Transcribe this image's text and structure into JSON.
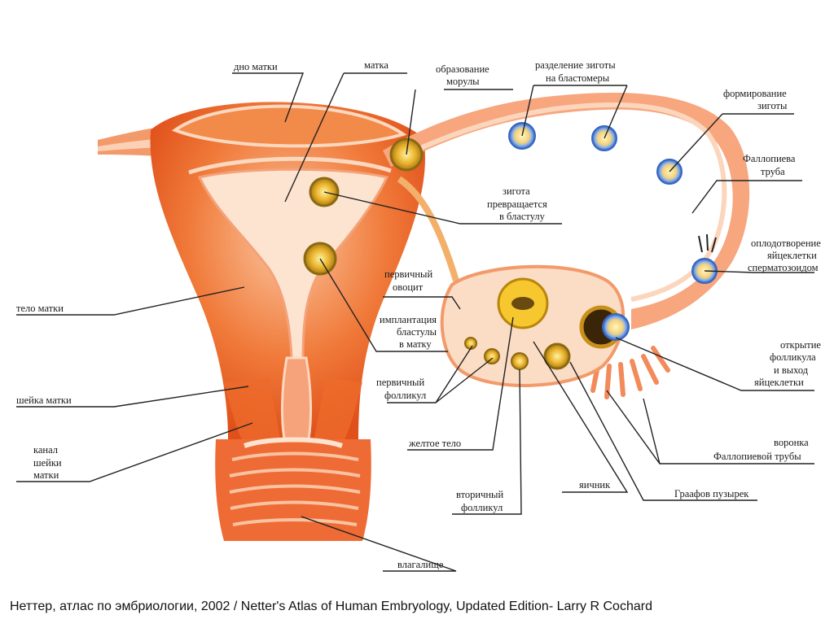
{
  "labels": {
    "fundus": "дно матки",
    "uterus": "матка",
    "morula": [
      "образование",
      "морулы"
    ],
    "blastomeres": [
      "разделение зиготы",
      "на бластомеры"
    ],
    "zygote_formation": [
      "формирование",
      "зиготы"
    ],
    "fallopian_tube": [
      "Фаллопиева",
      "труба"
    ],
    "zygote_to_blastula": [
      "зигота",
      "превращается",
      "в бластулу"
    ],
    "fertilization": [
      "оплодотворение",
      "яйцеклетки",
      "сперматозоидом"
    ],
    "uterus_body": "тело матки",
    "primary_oocyte": [
      "первичный",
      "овоцит"
    ],
    "implantation": [
      "имплантация",
      "бластулы",
      "в матку"
    ],
    "follicle_opening": [
      "открытие",
      "фолликула",
      "и выход",
      "яйцеклетки"
    ],
    "primary_follicle": [
      "первичный",
      "фолликул"
    ],
    "cervix": "шейка матки",
    "cervical_canal": [
      "канал",
      "шейки",
      "матки"
    ],
    "corpus_luteum": "желтое тело",
    "infundibulum": [
      "воронка",
      "Фаллопиевой трубы"
    ],
    "ovary": "яичник",
    "graafian": "Граафов пузырек",
    "secondary_follicle": [
      "вторичный",
      "фолликул"
    ],
    "vagina": "влагалище"
  },
  "caption": "Неттер, атлас по эмбриологии, 2002 / Netter's Atlas of Human Embryology, Updated Edition- Larry R Cochard",
  "colors": {
    "uterus_outer": "#e8541e",
    "uterus_mid": "#f07a3a",
    "uterus_inner": "#f7b48a",
    "cavity": "#fde4d0",
    "tube": "#f6a27a",
    "tube_inner": "#fbd0b4",
    "ovary": "#fbd9bf",
    "follicle": "#e9b12a",
    "blue": "#4a7fd1"
  }
}
